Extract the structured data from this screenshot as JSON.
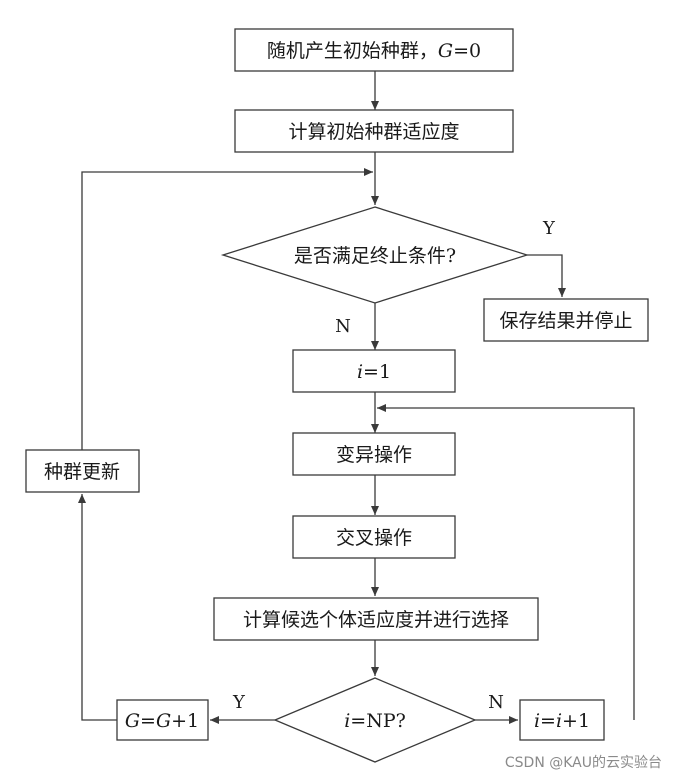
{
  "nodes": {
    "init_pop": {
      "prefix": "随机产生初始种群，",
      "var": "G",
      "suffix": "=0"
    },
    "calc_fitness": {
      "text": "计算初始种群适应度"
    },
    "terminate": {
      "text": "是否满足终止条件?"
    },
    "save_stop": {
      "text": "保存结果并停止"
    },
    "i_init": {
      "var": "i",
      "suffix": "=1"
    },
    "mutation": {
      "text": "变异操作"
    },
    "crossover": {
      "text": "交叉操作"
    },
    "select": {
      "text": "计算候选个体适应度并进行选择"
    },
    "check_np": {
      "var": "i",
      "suffix": "=NP?"
    },
    "g_inc": {
      "var1": "G",
      "eq": "=",
      "var2": "G",
      "suffix": "+1"
    },
    "i_inc": {
      "var1": "i",
      "eq": "=",
      "var2": "i",
      "suffix": "+1"
    },
    "pop_update": {
      "text": "种群更新"
    }
  },
  "edge_labels": {
    "terminate_yes": "Y",
    "terminate_no": "N",
    "np_yes": "Y",
    "np_no": "N"
  },
  "watermark": "CSDN @KAU的云实验台"
}
